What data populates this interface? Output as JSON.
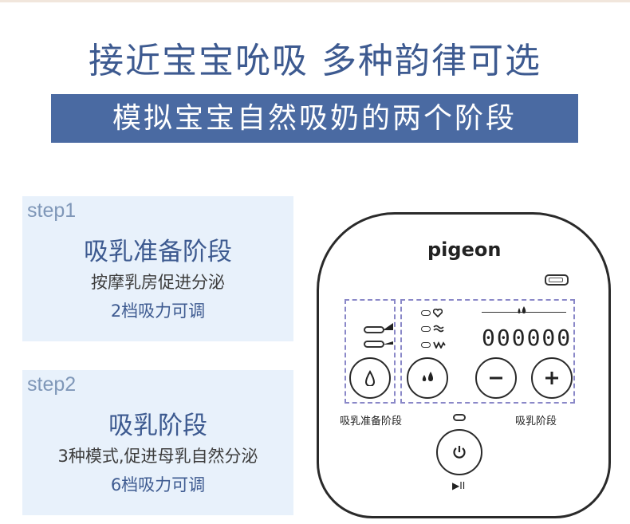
{
  "header": {
    "headline": "接近宝宝吮吸  多种韵律可选",
    "banner": "模拟宝宝自然吸奶的两个阶段",
    "banner_color": "#4a6aa2",
    "text_color": "#3d5a90"
  },
  "steps": [
    {
      "label": "step1",
      "title": "吸乳准备阶段",
      "line1": "按摩乳房促进分泌",
      "line2": "2档吸力可调"
    },
    {
      "label": "step2",
      "title": "吸乳阶段",
      "line1": "3种模式,促进母乳自然分泌",
      "line2": "6档吸力可调"
    }
  ],
  "device": {
    "brand": "pigeon",
    "level_display": "000000",
    "prep_label": "吸乳准备阶段",
    "expr_label": "吸乳阶段",
    "play_pause": "▶II",
    "icons": [
      "battery-icon",
      "drop-icon",
      "two-drops-icon",
      "minus-icon",
      "plus-icon",
      "power-icon",
      "heart-icon",
      "wave-icon",
      "zigzag-icon"
    ]
  }
}
